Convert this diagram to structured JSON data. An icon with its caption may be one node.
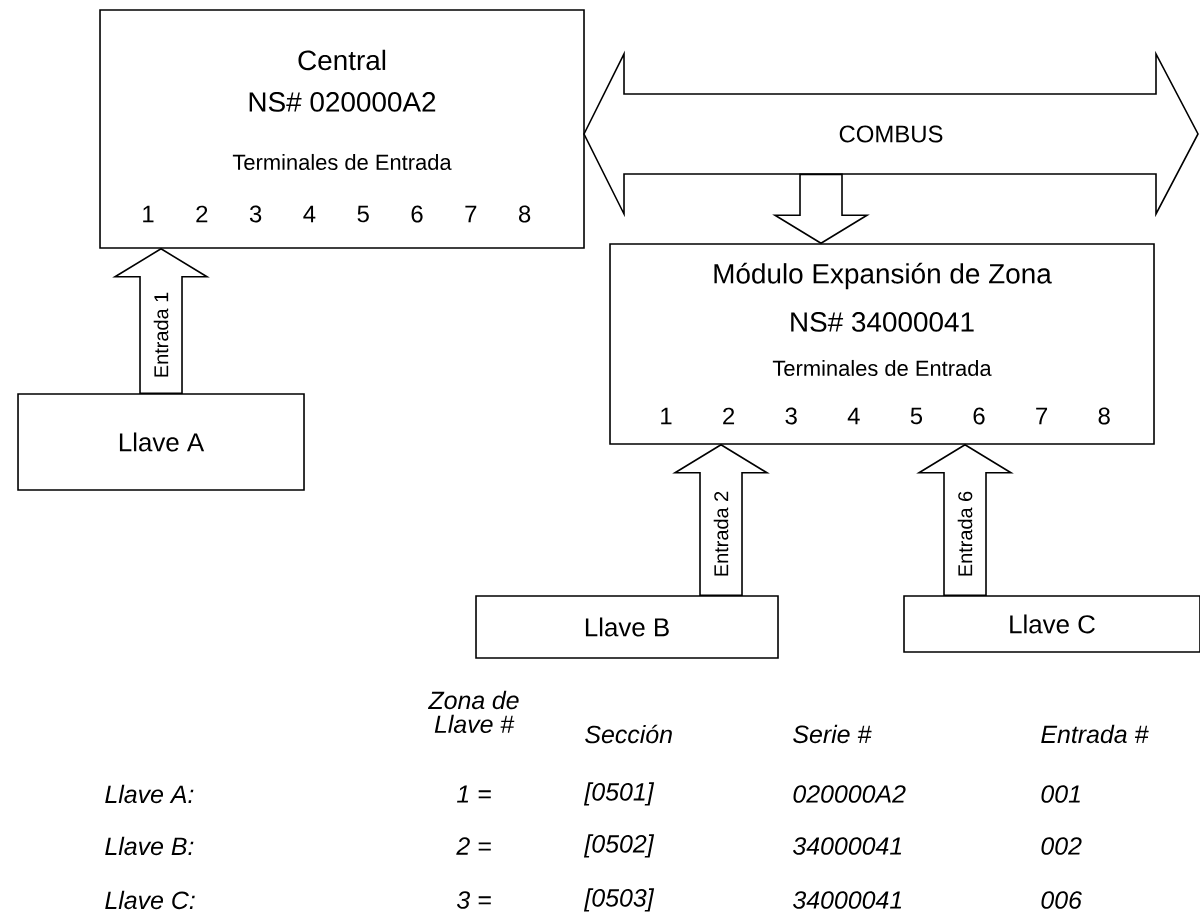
{
  "diagram": {
    "nodes": [
      {
        "text": [
          "Central",
          "NS# 020000A2",
          "Terminales de Entrada",
          "1",
          "2",
          "3",
          "4",
          "5",
          "6",
          "7",
          "8"
        ]
      },
      {
        "text": [
          "COMBUS"
        ]
      },
      {
        "text": [
          "Módulo Expansión de Zona",
          "NS# 34000041",
          "Terminales de Entrada",
          "1",
          "2",
          "3",
          "4",
          "5",
          "6",
          "7",
          "8"
        ]
      },
      {
        "text": [
          "Llave A"
        ]
      },
      {
        "text": [
          "Llave B"
        ]
      },
      {
        "text": [
          "Llave C"
        ]
      }
    ],
    "edges": [
      {
        "from": 3,
        "to": 0,
        "arrow": "to",
        "label": "Entrada 1"
      },
      {
        "from": 1,
        "to": 2,
        "arrow": "to"
      },
      {
        "from": 4,
        "to": 2,
        "arrow": "to",
        "label": "Entrada 2"
      },
      {
        "from": 5,
        "to": 2,
        "arrow": "to",
        "label": "Entrada 6"
      }
    ],
    "labels": [
      "Zona de Llave #",
      "Sección",
      "Serie #",
      "Entrada #",
      "Llave A:",
      "1 =",
      "[0501]",
      "020000A2",
      "001",
      "Llave B:",
      "2 =",
      "[0502]",
      "34000041",
      "002",
      "Llave C:",
      "3 =",
      "[0503]",
      "34000041",
      "006"
    ]
  }
}
